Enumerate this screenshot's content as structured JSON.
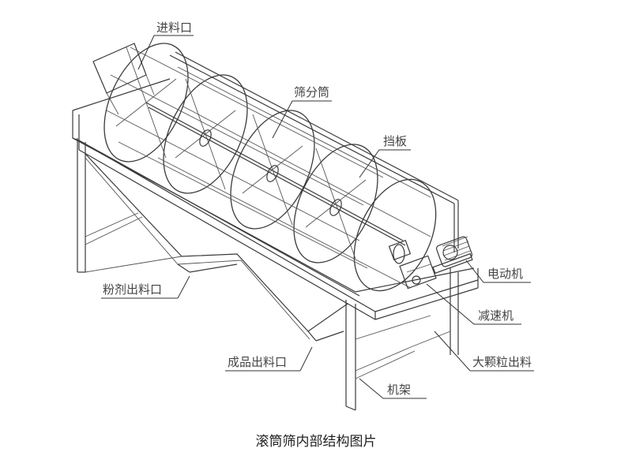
{
  "labels": {
    "feed_inlet": "进料口",
    "screen_drum": "筛分筒",
    "baffle": "挡板",
    "motor": "电动机",
    "powder_outlet": "粉剂出料口",
    "reducer": "减速机",
    "product_outlet": "成品出料口",
    "large_particle_outlet": "大颗粒出料",
    "frame": "机架"
  },
  "caption": "滚筒筛内部结构图片"
}
